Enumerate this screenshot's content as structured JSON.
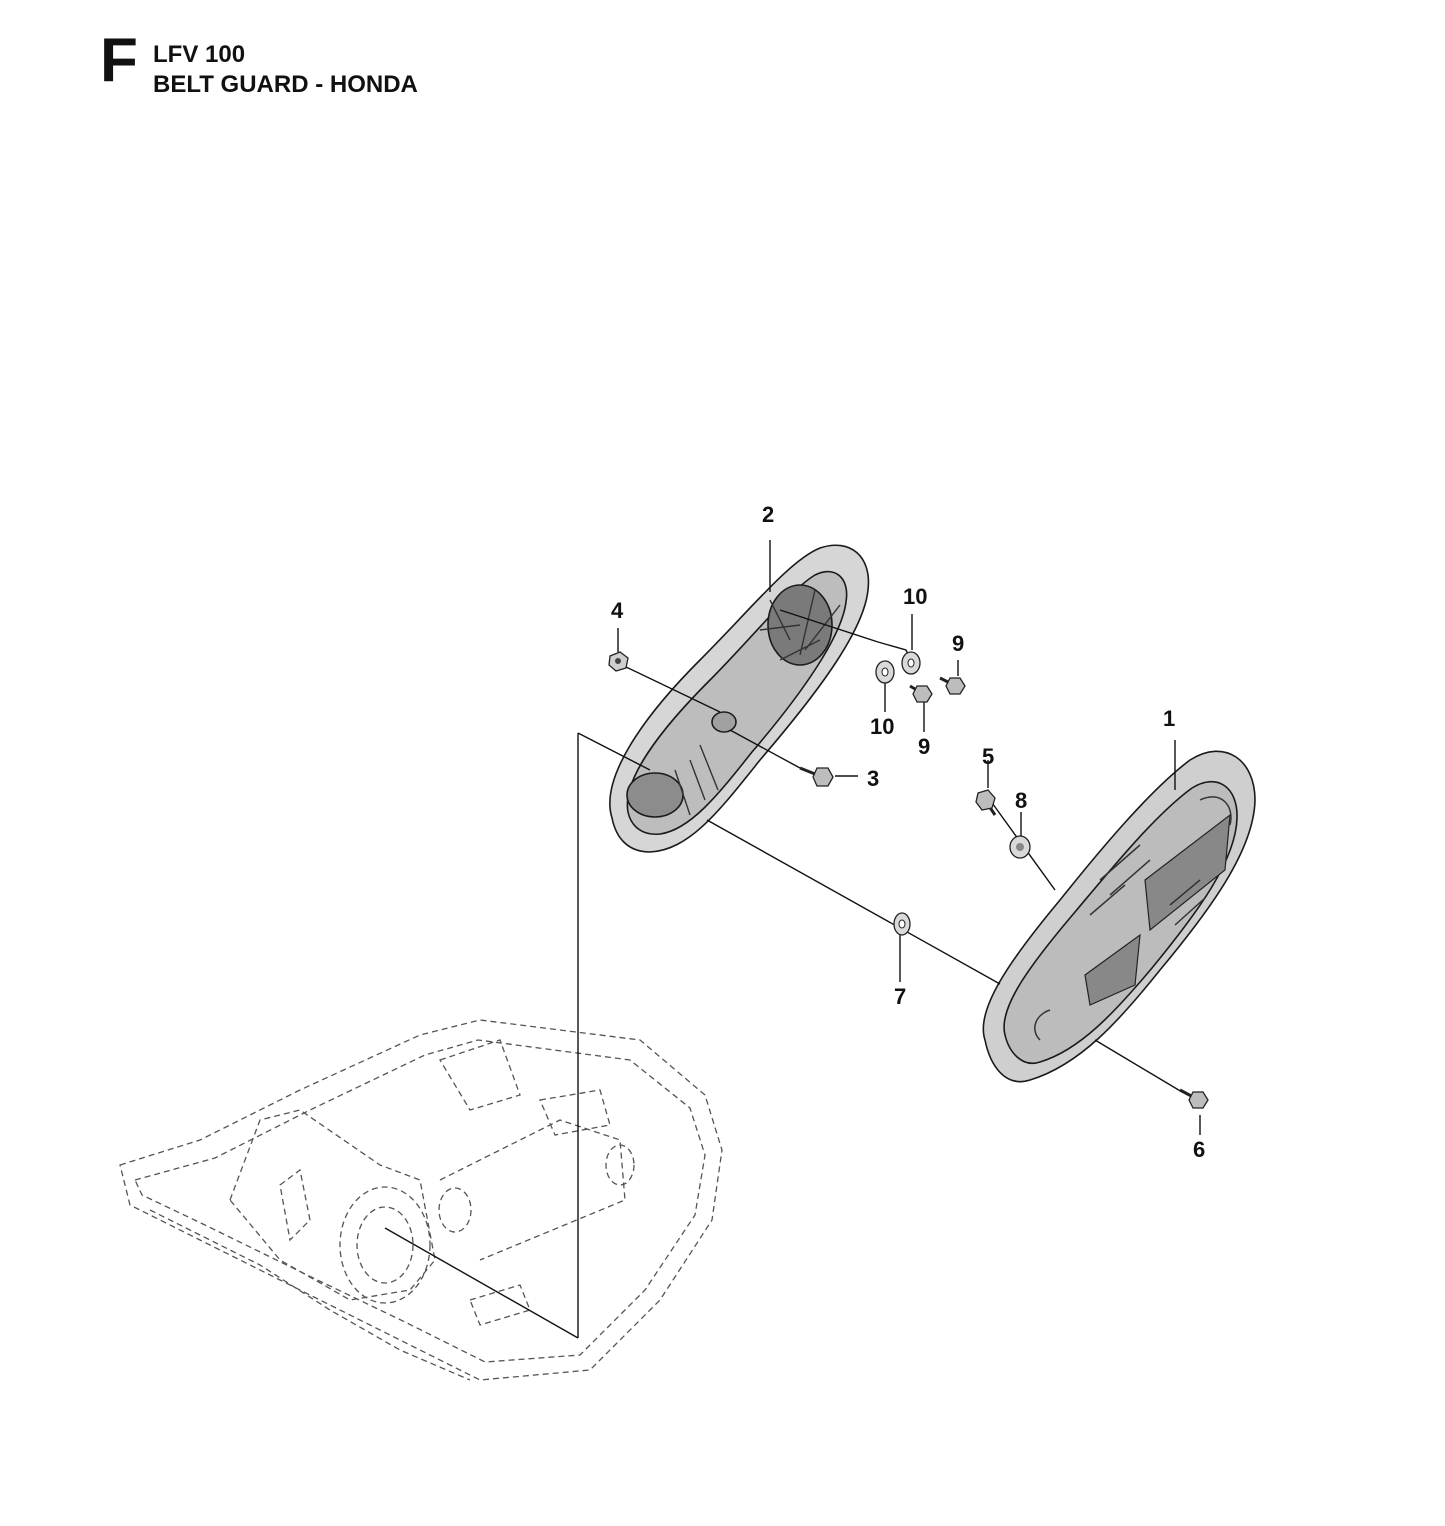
{
  "header": {
    "section_letter": "F",
    "model": "LFV 100",
    "assembly": "BELT GUARD - HONDA"
  },
  "callouts": {
    "c1": "1",
    "c2": "2",
    "c3": "3",
    "c4": "4",
    "c5": "5",
    "c6": "6",
    "c7": "7",
    "c8": "8",
    "c9a": "9",
    "c9b": "9",
    "c10a": "10",
    "c10b": "10"
  }
}
